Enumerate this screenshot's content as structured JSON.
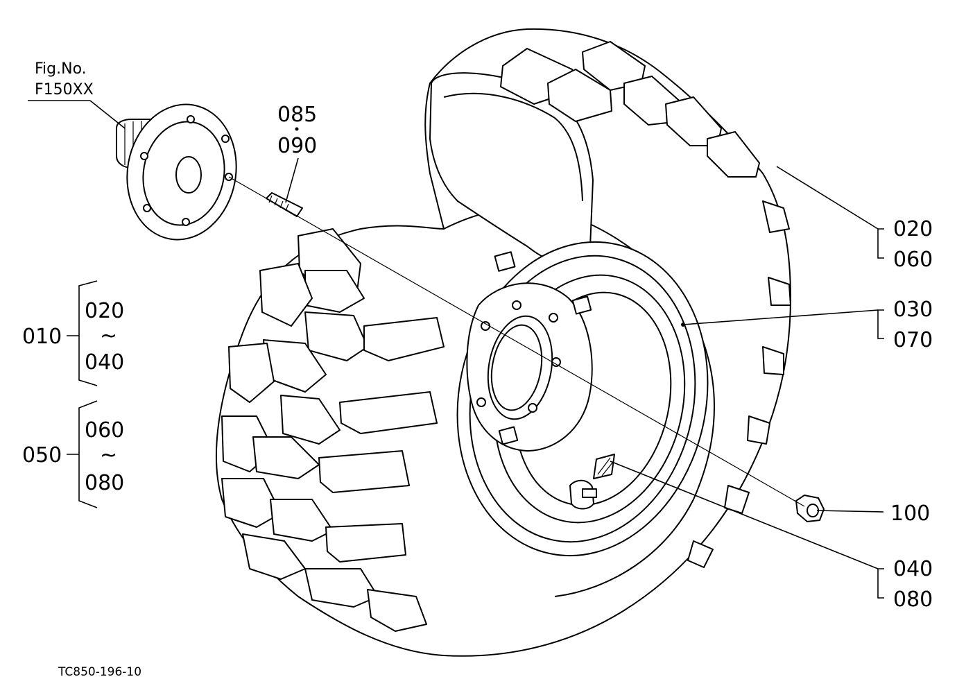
{
  "figure": {
    "fig_no_label": "Fig.No.",
    "fig_no_value": "F150XX",
    "drawing_code": "TC850-196-10"
  },
  "callouts": {
    "c085": "085",
    "c090": "090",
    "c020a": "020",
    "c060a": "060",
    "c030": "030",
    "c070": "070",
    "c100": "100",
    "c040a": "040",
    "c080a": "080"
  },
  "groups": [
    {
      "parent": "010",
      "from": "020",
      "tilde": "~",
      "to": "040"
    },
    {
      "parent": "050",
      "from": "060",
      "tilde": "~",
      "to": "080"
    }
  ]
}
